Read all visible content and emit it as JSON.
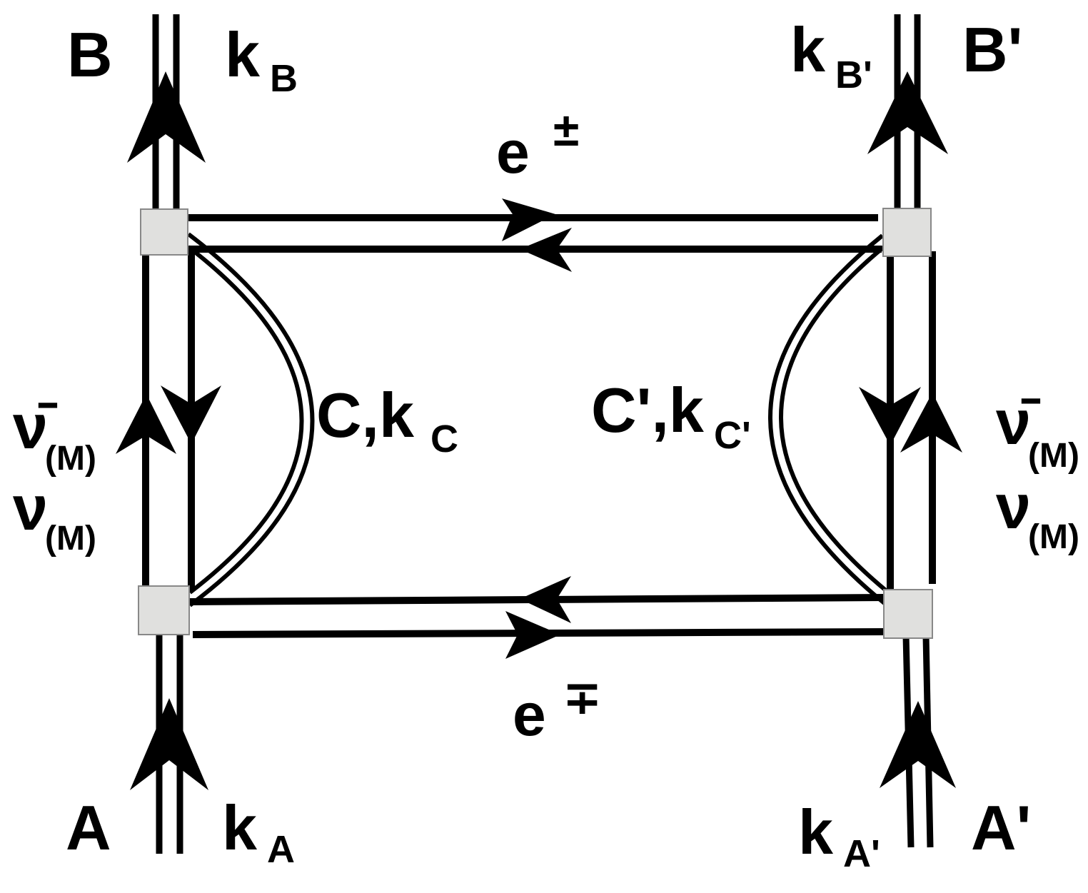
{
  "colors": {
    "line": "#000000",
    "vertex": "#e0e0de",
    "vertex_border": "#888888",
    "background": "#ffffff"
  },
  "labels": {
    "B": "B",
    "k_B": "k",
    "k_B_sub": "B",
    "B_prime": "B'",
    "k_Bp": "k",
    "k_Bp_sub": "B'",
    "A": "A",
    "k_A": "k",
    "k_A_sub": "A",
    "A_prime": "A'",
    "k_Ap": "k",
    "k_Ap_sub": "A'",
    "e_top": "e",
    "e_top_sup": "±",
    "e_bottom": "e",
    "e_bottom_sup": "∓",
    "C_kC": "C,k",
    "C_kC_sub": "C",
    "Cp_kCp": "C',k",
    "Cp_kCp_sub": "C'",
    "nu_bar_left": "ν̄",
    "nu_bar_left_sub": "(M)",
    "nu_left": "ν",
    "nu_left_sub": "(M)",
    "nu_bar_right": "ν̄",
    "nu_bar_right_sub": "(M)",
    "nu_right": "ν",
    "nu_right_sub": "(M)"
  }
}
